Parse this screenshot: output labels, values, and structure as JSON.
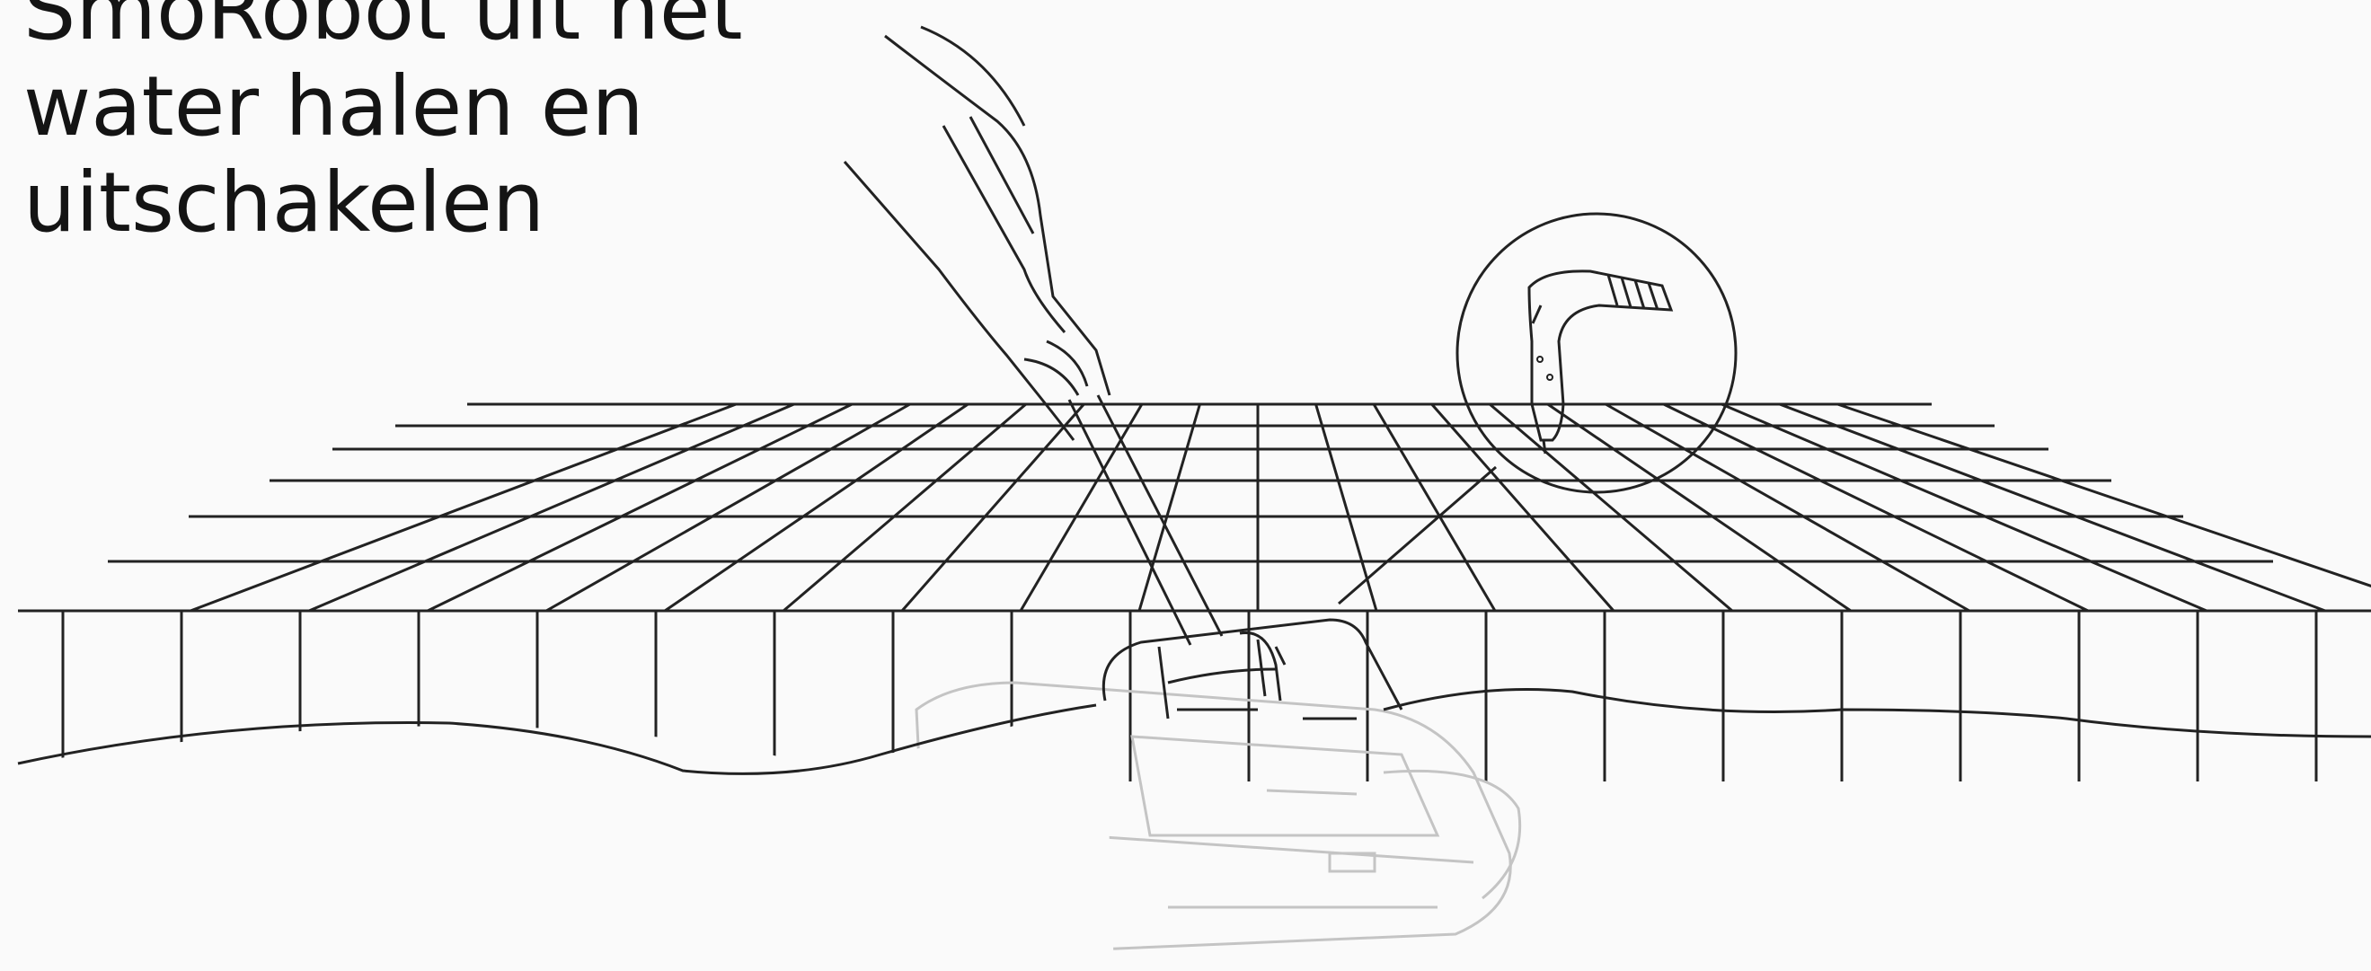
{
  "title": {
    "line1": "SmoRobot uit het",
    "line2": "water halen en",
    "line3": "uitschakelen"
  },
  "icons": {
    "hand": "hand-holding-pole-icon",
    "pool": "pool-tiles-icon",
    "robot": "pool-robot-icon",
    "hook": "hook-attachment-icon"
  }
}
